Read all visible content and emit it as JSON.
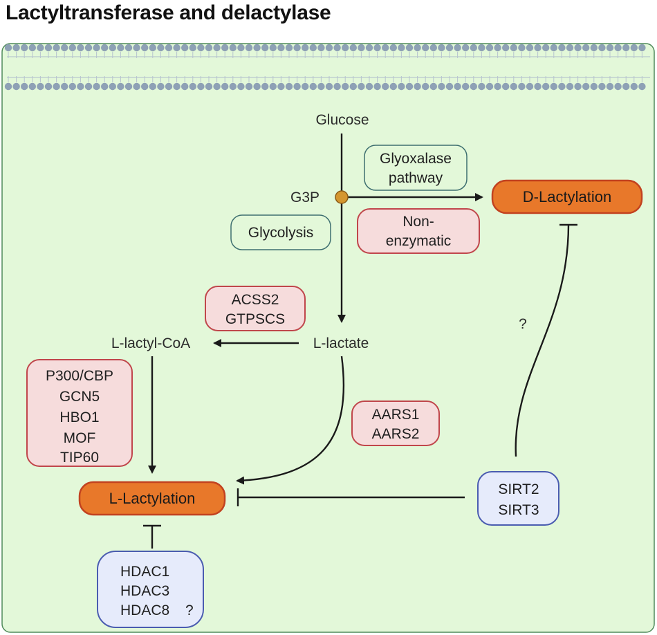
{
  "title": "Lactyltransferase and delactylase",
  "colors": {
    "cell_fill": "#e3f8d9",
    "membrane_bead": "#8ea1b5",
    "orange_fill": "#e8782a",
    "orange_stroke": "#c2421f",
    "pink_fill": "#f6dcdc",
    "pink_stroke": "#c0464b",
    "blue_fill": "#e6ebfb",
    "blue_stroke": "#4a5cb0",
    "green_box_stroke": "#3e6f70",
    "g3p_node": "#d4962f"
  },
  "metabolites": {
    "glucose": "Glucose",
    "g3p": "G3P",
    "l_lactate": "L-lactate",
    "l_lactyl_coa": "L-lactyl-CoA"
  },
  "pathways": {
    "glyoxalase": [
      "Glyoxalase",
      "pathway"
    ],
    "glycolysis": "Glycolysis"
  },
  "modifications": {
    "d_lactylation": "D-Lactylation",
    "l_lactylation": "L-Lactylation"
  },
  "enzymes": {
    "non_enzymatic": [
      "Non-",
      "enzymatic"
    ],
    "acss2_group": [
      "ACSS2",
      "GTPSCS"
    ],
    "writers": [
      "P300/CBP",
      "GCN5",
      "HBO1",
      "MOF",
      "TIP60"
    ],
    "aars": [
      "AARS1",
      "AARS2"
    ],
    "sirt": [
      "SIRT2",
      "SIRT3"
    ],
    "hdac": [
      "HDAC1",
      "HDAC3",
      "HDAC8"
    ]
  },
  "annotations": {
    "question_sirt_d": "?",
    "question_hdac8": "?"
  }
}
